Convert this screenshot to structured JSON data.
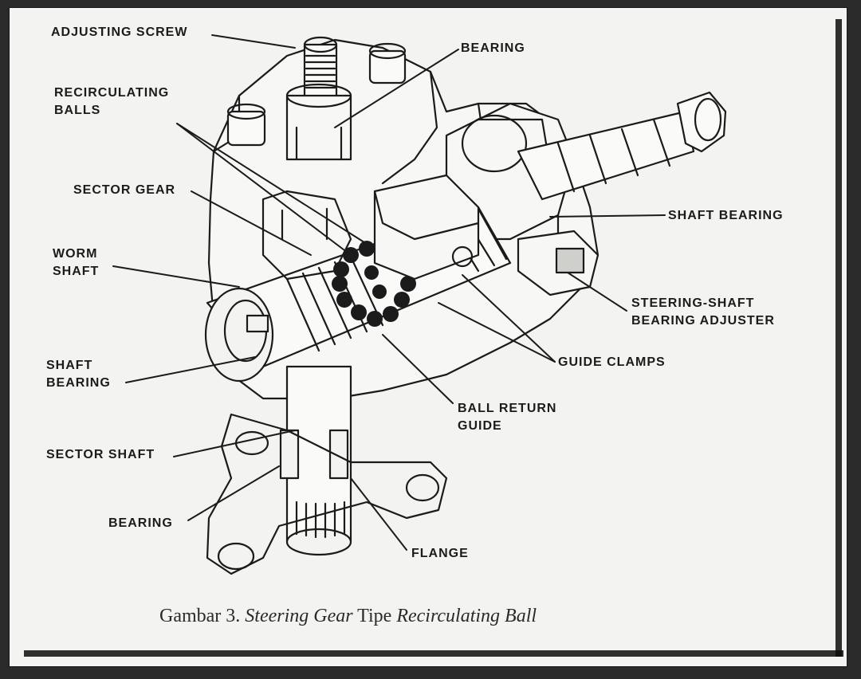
{
  "labels": {
    "adjusting_screw": "ADJUSTING SCREW",
    "bearing_top": "BEARING",
    "recirculating_balls": "RECIRCULATING\nBALLS",
    "sector_gear": "SECTOR GEAR",
    "shaft_bearing_right": "SHAFT BEARING",
    "worm_shaft": "WORM\nSHAFT",
    "steering_shaft_bearing_adjuster": "STEERING-SHAFT\nBEARING ADJUSTER",
    "guide_clamps": "GUIDE CLAMPS",
    "shaft_bearing_left": "SHAFT\nBEARING",
    "ball_return_guide": "BALL RETURN\nGUIDE",
    "sector_shaft": "SECTOR SHAFT",
    "bearing_bottom": "BEARING",
    "flange": "FLANGE"
  },
  "caption": {
    "prefix": "Gambar 3. ",
    "italic1": "Steering Gear",
    "middle": " Tipe ",
    "italic2": "Recirculating Ball"
  },
  "colors": {
    "background": "#2a2a2a",
    "paper": "#f3f3f1",
    "ink": "#1b1b1b"
  }
}
